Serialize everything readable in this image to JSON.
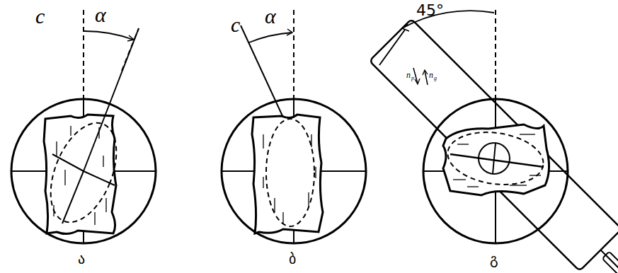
{
  "diagram": {
    "labels": [
      "c",
      "α",
      "c",
      "α",
      "45°",
      "n",
      "p",
      "n",
      "g",
      "ა",
      "ბ",
      "გ"
    ]
  }
}
